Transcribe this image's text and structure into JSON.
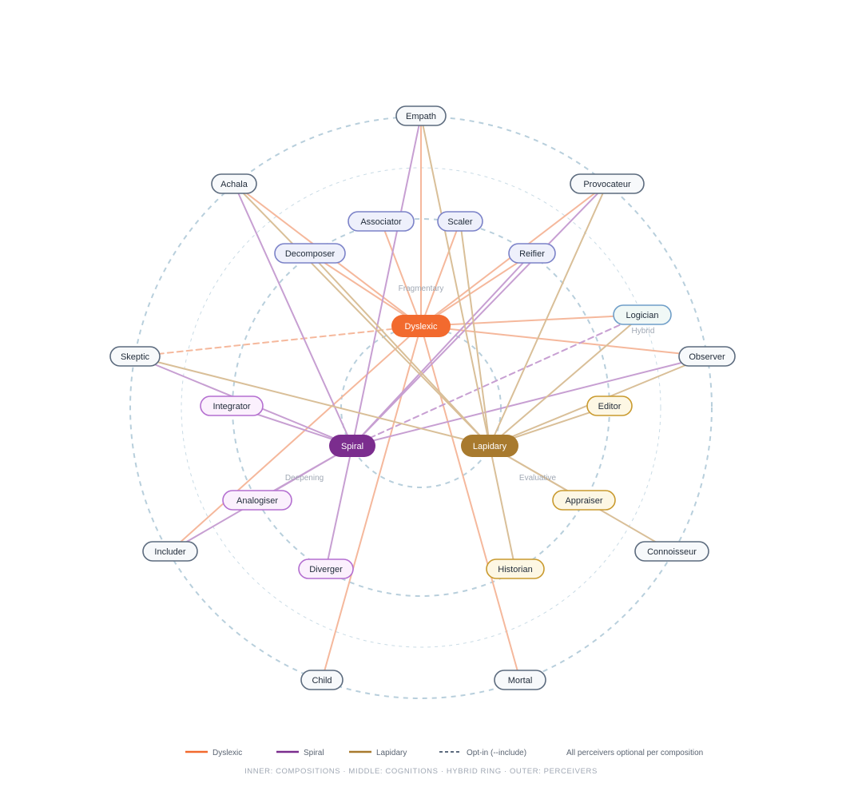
{
  "colors": {
    "dyslexic": "#f26a2e",
    "spiral": "#7b2d8e",
    "lapidary": "#a87a2e",
    "ring": "#b8cfdc",
    "perceiver_border": "#5c6b7e",
    "cognition_border": "#7b82c8",
    "spiral_cognition_border": "#b46fd0",
    "lapidary_cognition_border": "#c99a2e",
    "hybrid_border": "#6f9ec8"
  },
  "compositions": [
    {
      "id": "dyslexic",
      "label": "Dyslexic",
      "color": "#f26a2e"
    },
    {
      "id": "spiral",
      "label": "Spiral",
      "color": "#7b2d8e"
    },
    {
      "id": "lapidary",
      "label": "Lapidary",
      "color": "#a87a2e"
    }
  ],
  "regions": {
    "fragmentary": "Fragmentary",
    "hybrid": "Hybrid",
    "deepening": "Deepening",
    "evaluative": "Evaluative"
  },
  "cognitions": [
    {
      "id": "associator",
      "label": "Associator",
      "group": "dyslexic"
    },
    {
      "id": "scaler",
      "label": "Scaler",
      "group": "dyslexic"
    },
    {
      "id": "decomposer",
      "label": "Decomposer",
      "group": "dyslexic"
    },
    {
      "id": "reifier",
      "label": "Reifier",
      "group": "dyslexic"
    },
    {
      "id": "logician",
      "label": "Logician",
      "group": "hybrid"
    },
    {
      "id": "integrator",
      "label": "Integrator",
      "group": "spiral"
    },
    {
      "id": "analogiser",
      "label": "Analogiser",
      "group": "spiral"
    },
    {
      "id": "diverger",
      "label": "Diverger",
      "group": "spiral"
    },
    {
      "id": "editor",
      "label": "Editor",
      "group": "lapidary"
    },
    {
      "id": "appraiser",
      "label": "Appraiser",
      "group": "lapidary"
    },
    {
      "id": "historian",
      "label": "Historian",
      "group": "lapidary"
    }
  ],
  "perceivers": [
    {
      "id": "empath",
      "label": "Empath"
    },
    {
      "id": "achala",
      "label": "Achala"
    },
    {
      "id": "provocateur",
      "label": "Provocateur"
    },
    {
      "id": "skeptic",
      "label": "Skeptic"
    },
    {
      "id": "observer",
      "label": "Observer"
    },
    {
      "id": "includer",
      "label": "Includer"
    },
    {
      "id": "connoisseur",
      "label": "Connoisseur"
    },
    {
      "id": "child",
      "label": "Child"
    },
    {
      "id": "mortal",
      "label": "Mortal"
    }
  ],
  "edges": [
    {
      "from": "dyslexic",
      "to": "empath",
      "style": "solid"
    },
    {
      "from": "dyslexic",
      "to": "achala",
      "style": "solid"
    },
    {
      "from": "dyslexic",
      "to": "provocateur",
      "style": "solid"
    },
    {
      "from": "dyslexic",
      "to": "associator",
      "style": "solid"
    },
    {
      "from": "dyslexic",
      "to": "scaler",
      "style": "solid"
    },
    {
      "from": "dyslexic",
      "to": "decomposer",
      "style": "solid"
    },
    {
      "from": "dyslexic",
      "to": "reifier",
      "style": "solid"
    },
    {
      "from": "dyslexic",
      "to": "logician",
      "style": "solid"
    },
    {
      "from": "dyslexic",
      "to": "observer",
      "style": "solid"
    },
    {
      "from": "dyslexic",
      "to": "skeptic",
      "style": "dashed"
    },
    {
      "from": "dyslexic",
      "to": "includer",
      "style": "solid"
    },
    {
      "from": "dyslexic",
      "to": "child",
      "style": "solid"
    },
    {
      "from": "dyslexic",
      "to": "mortal",
      "style": "solid"
    },
    {
      "from": "spiral",
      "to": "empath",
      "style": "solid"
    },
    {
      "from": "spiral",
      "to": "achala",
      "style": "solid"
    },
    {
      "from": "spiral",
      "to": "provocateur",
      "style": "solid"
    },
    {
      "from": "spiral",
      "to": "reifier",
      "style": "solid"
    },
    {
      "from": "spiral",
      "to": "skeptic",
      "style": "solid"
    },
    {
      "from": "spiral",
      "to": "observer",
      "style": "solid"
    },
    {
      "from": "spiral",
      "to": "integrator",
      "style": "solid"
    },
    {
      "from": "spiral",
      "to": "analogiser",
      "style": "solid"
    },
    {
      "from": "spiral",
      "to": "diverger",
      "style": "solid"
    },
    {
      "from": "spiral",
      "to": "includer",
      "style": "solid"
    },
    {
      "from": "spiral",
      "to": "logician",
      "style": "dashed"
    },
    {
      "from": "lapidary",
      "to": "empath",
      "style": "solid"
    },
    {
      "from": "lapidary",
      "to": "achala",
      "style": "solid"
    },
    {
      "from": "lapidary",
      "to": "provocateur",
      "style": "solid"
    },
    {
      "from": "lapidary",
      "to": "scaler",
      "style": "solid"
    },
    {
      "from": "lapidary",
      "to": "decomposer",
      "style": "solid"
    },
    {
      "from": "lapidary",
      "to": "logician",
      "style": "solid"
    },
    {
      "from": "lapidary",
      "to": "skeptic",
      "style": "solid"
    },
    {
      "from": "lapidary",
      "to": "observer",
      "style": "solid"
    },
    {
      "from": "lapidary",
      "to": "editor",
      "style": "solid"
    },
    {
      "from": "lapidary",
      "to": "appraiser",
      "style": "solid"
    },
    {
      "from": "lapidary",
      "to": "historian",
      "style": "solid"
    },
    {
      "from": "lapidary",
      "to": "connoisseur",
      "style": "solid"
    }
  ],
  "legend": {
    "dyslexic": "Dyslexic",
    "spiral": "Spiral",
    "lapidary": "Lapidary",
    "optin": "Opt-in (--include)",
    "note": "All perceivers optional per composition"
  },
  "footer": "INNER: COMPOSITIONS · MIDDLE: COGNITIONS · HYBRID RING · OUTER: PERCEIVERS"
}
